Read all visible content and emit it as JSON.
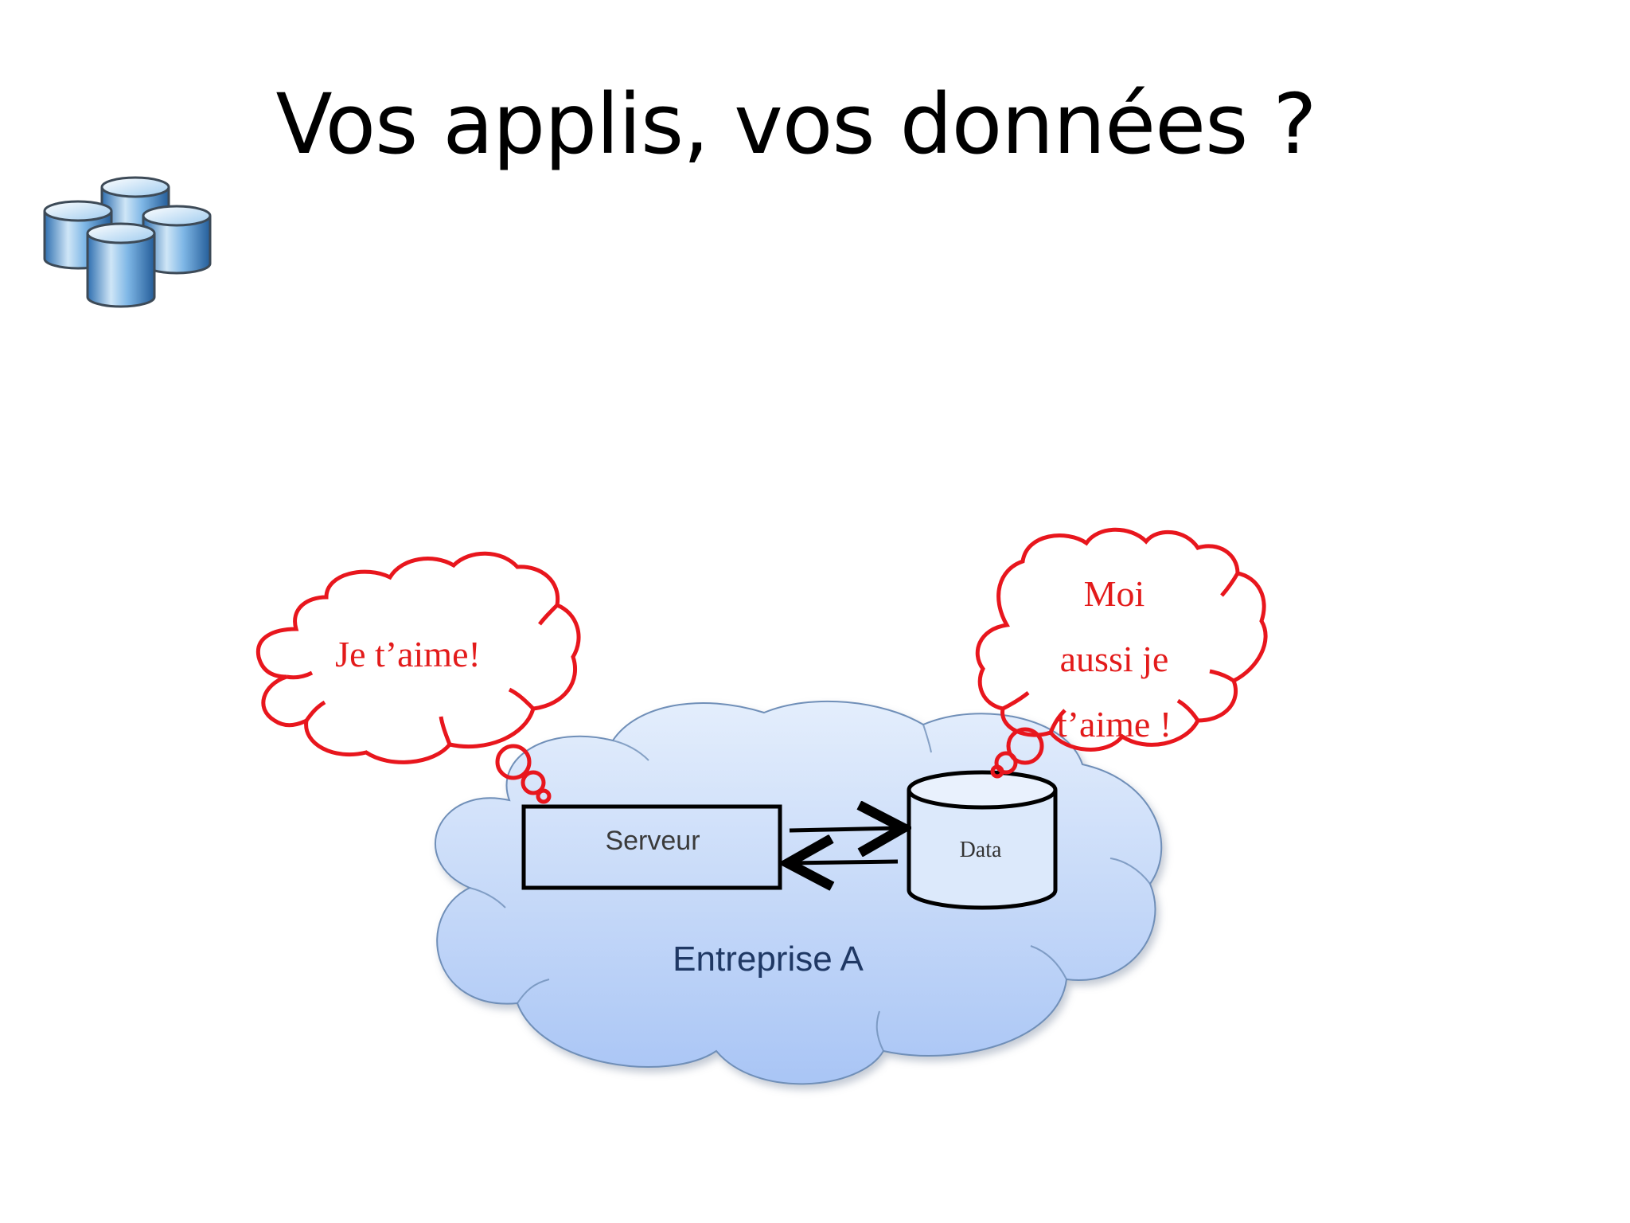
{
  "slide": {
    "title": "Vos applis, vos données ?"
  },
  "diagram": {
    "server_label": "Serveur",
    "data_label": "Data",
    "cloud_label": "Entreprise A",
    "thought_left": "Je t’aime!",
    "thought_right_lines": [
      "Moi",
      "aussi je",
      "t’aime !"
    ]
  },
  "icons": {
    "database_group": "database-cluster-icon"
  },
  "colors": {
    "thought_bubble": "#e8161d",
    "cloud_fill_top": "#e4eefc",
    "cloud_fill_bottom": "#a9c5f5",
    "cloud_stroke": "#6f8fb8",
    "cloud_label": "#1f3864"
  }
}
